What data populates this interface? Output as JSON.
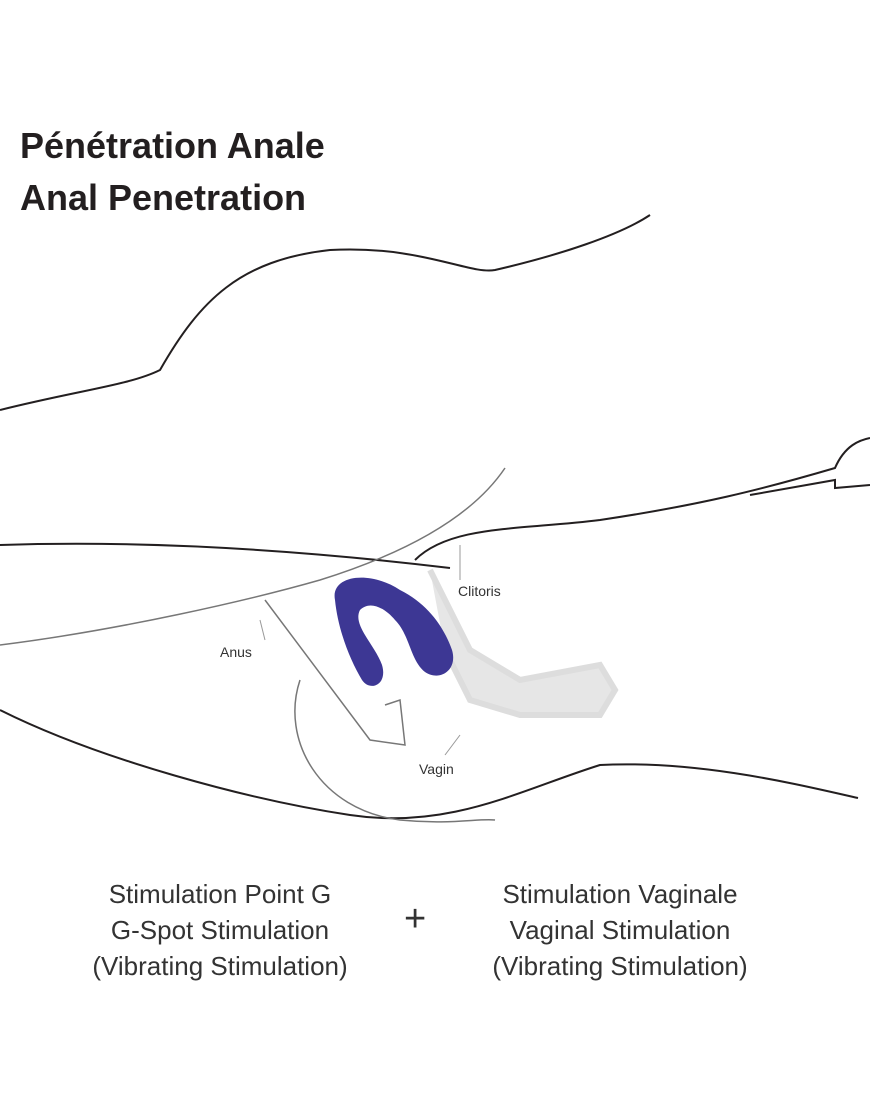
{
  "title": {
    "line1": "Pénétration Anale",
    "line2": "Anal Penetration"
  },
  "labels": {
    "clitoris": "Clitoris",
    "anus": "Anus",
    "vagin": "Vagin"
  },
  "captions": {
    "left": {
      "line1": "Stimulation Point G",
      "line2": "G-Spot Stimulation",
      "line3": "(Vibrating Stimulation)"
    },
    "plus": "+",
    "right": {
      "line1": "Stimulation Vaginale",
      "line2": "Vaginal Stimulation",
      "line3": "(Vibrating Stimulation)"
    }
  },
  "colors": {
    "device": "#3d3794",
    "line": "#231f20",
    "organ": "#e6e6e6"
  }
}
